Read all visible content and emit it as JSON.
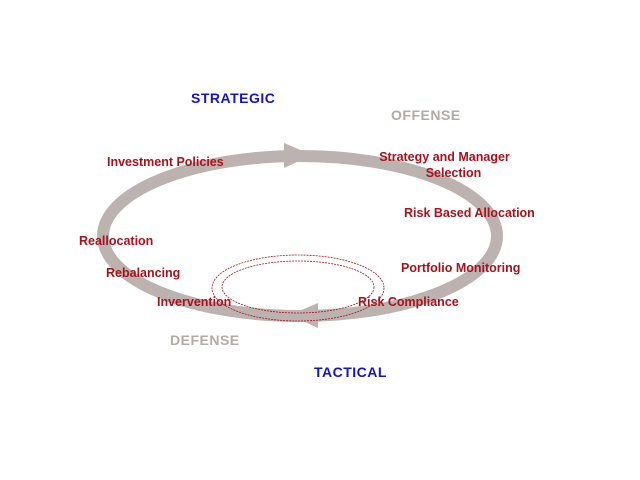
{
  "title": "Strategic / Tactical Portfolio Management Cycle",
  "axes": {
    "strategic": "STRATEGIC",
    "tactical": "TACTICAL",
    "offense": "OFFENSE",
    "defense": "DEFENSE"
  },
  "steps": {
    "investment_policies": "Investment Policies",
    "strategy_selection_line1": "Strategy and Manager",
    "strategy_selection_line2": "Selection",
    "risk_based_allocation": "Risk Based Allocation",
    "portfolio_monitoring": "Portfolio Monitoring",
    "risk_compliance": "Risk Compliance",
    "intervention": "Invervention",
    "rebalancing": "Rebalancing",
    "reallocation": "Reallocation"
  },
  "colors": {
    "outer_cycle": "#bcb2af",
    "inner_cycle": "#a8121c",
    "step_text": "#a8121c",
    "strategic_tactical": "#1414cc",
    "offense_defense": "#b4aaa8"
  }
}
